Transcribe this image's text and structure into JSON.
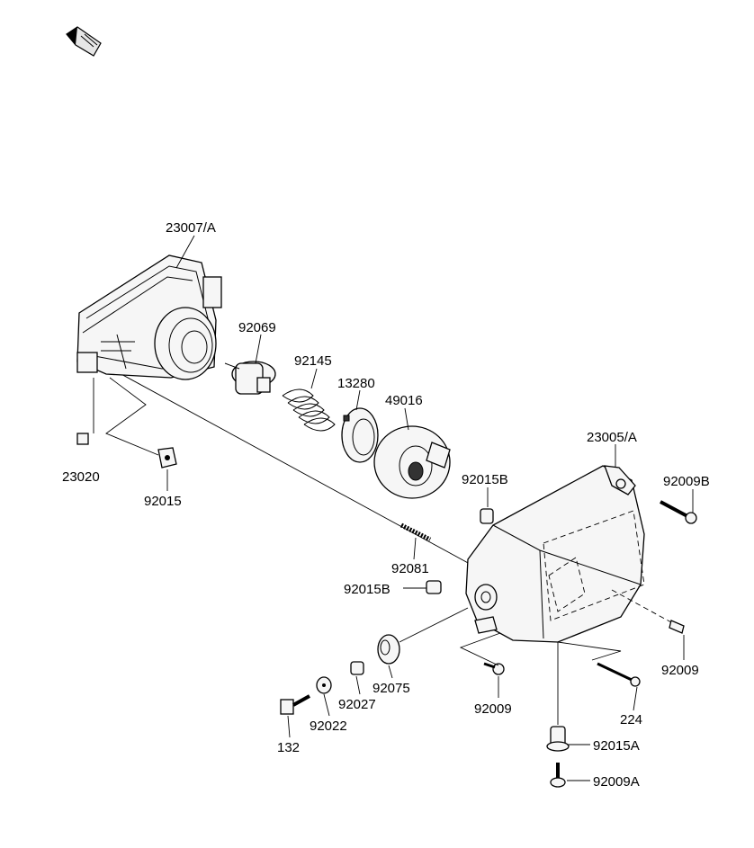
{
  "diagram": {
    "parts": [
      {
        "id": "p_23007A",
        "label": "23007/A"
      },
      {
        "id": "p_92069",
        "label": "92069"
      },
      {
        "id": "p_92145",
        "label": "92145"
      },
      {
        "id": "p_13280",
        "label": "13280"
      },
      {
        "id": "p_49016",
        "label": "49016"
      },
      {
        "id": "p_23005A",
        "label": "23005/A"
      },
      {
        "id": "p_92009B",
        "label": "92009B"
      },
      {
        "id": "p_92015B_top",
        "label": "92015B"
      },
      {
        "id": "p_23020",
        "label": "23020"
      },
      {
        "id": "p_92015",
        "label": "92015"
      },
      {
        "id": "p_92081",
        "label": "92081"
      },
      {
        "id": "p_92015B_mid",
        "label": "92015B"
      },
      {
        "id": "p_92009_right",
        "label": "92009"
      },
      {
        "id": "p_92075",
        "label": "92075"
      },
      {
        "id": "p_92027",
        "label": "92027"
      },
      {
        "id": "p_92022",
        "label": "92022"
      },
      {
        "id": "p_132",
        "label": "132"
      },
      {
        "id": "p_92009_bottom",
        "label": "92009"
      },
      {
        "id": "p_224",
        "label": "224"
      },
      {
        "id": "p_92015A",
        "label": "92015A"
      },
      {
        "id": "p_92009A",
        "label": "92009A"
      }
    ]
  }
}
